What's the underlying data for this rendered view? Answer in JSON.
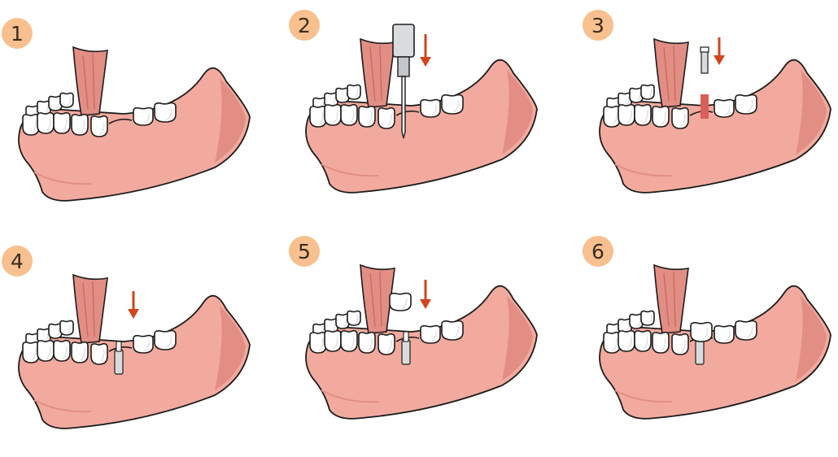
{
  "colors": {
    "badge_fill": "#f7c08e",
    "badge_text": "#3a2c24",
    "gum": "#f3aa9e",
    "gum_shade": "#e28e84",
    "outline": "#1c1c1c",
    "tooth": "#ffffff",
    "tooth_shade": "#e2e2e2",
    "arrow": "#d0451c",
    "metal": "#d9dcde"
  },
  "steps": [
    {
      "number": "1"
    },
    {
      "number": "2"
    },
    {
      "number": "3"
    },
    {
      "number": "4"
    },
    {
      "number": "5"
    },
    {
      "number": "6"
    }
  ]
}
